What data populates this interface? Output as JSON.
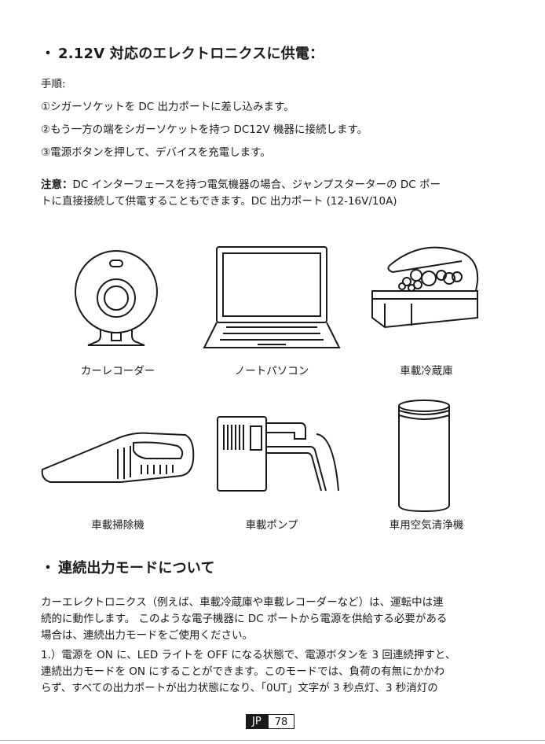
{
  "section1": {
    "bullet": "・",
    "title": "2.12V 対応のエレクトロニクスに供電："
  },
  "steps": {
    "label": "手順:",
    "items": [
      "①シガーソケットを DC 出力ポートに差し込みます。",
      "②もう一方の端をシガーソケットを持つ DC12V 機器に接続します。",
      "③電源ボタンを押して、デバイスを充電します。"
    ]
  },
  "note": {
    "label": "注意：",
    "line1": "DC インターフェースを持つ電気機器の場合、ジャンプスターターの DC ポー",
    "line2": "トに直接接続して供電することもできます。DC 出力ポート (12-16V/10A)"
  },
  "figures": [
    {
      "caption": "カーレコーダー",
      "icon": "dashcam-icon"
    },
    {
      "caption": "ノートパソコン",
      "icon": "laptop-icon"
    },
    {
      "caption": "車載冷蔵庫",
      "icon": "car-fridge-icon"
    },
    {
      "caption": "車載掃除機",
      "icon": "handheld-vacuum-icon"
    },
    {
      "caption": "車載ポンプ",
      "icon": "air-pump-icon"
    },
    {
      "caption": "車用空気清浄機",
      "icon": "air-purifier-icon"
    }
  ],
  "section2": {
    "bullet": "・",
    "title": "連続出力モードについて"
  },
  "para1": [
    "カーエレクトロニクス（例えば、車載冷蔵庫や車載レコーダーなど）は、運転中は連",
    "続的に動作します。 このような電子機器に DC ポートから電源を供給する必要がある",
    "場合は、連続出力モードをご使用ください。"
  ],
  "para2": [
    "1.）電源を ON に、LED ライトを OFF になる状態で、電源ボタンを 3 回連続押すと、",
    "連続出力モードを ON にすることができます。このモードでは、負荷の有無にかかわ",
    "らず、すべての出力ポートが出力状態になり、「0UT」文字が 3 秒点灯、3 秒消灯の"
  ],
  "footer": {
    "lang": "JP",
    "page": "78"
  }
}
